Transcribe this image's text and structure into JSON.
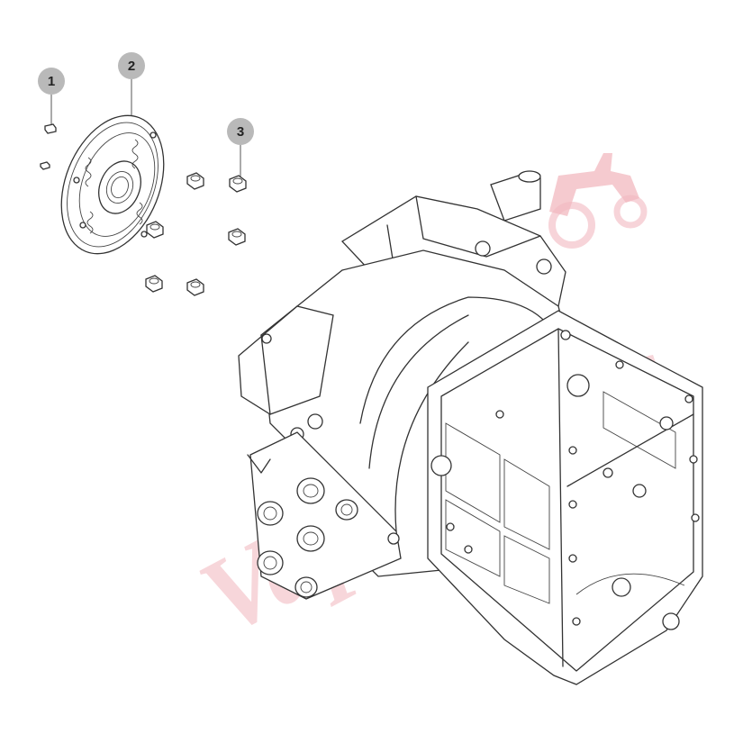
{
  "callouts": [
    {
      "number": "1",
      "part": "pin"
    },
    {
      "number": "2",
      "part": "damper-plate"
    },
    {
      "number": "3",
      "part": "bolt"
    }
  ],
  "colors": {
    "callout_fill": "#b9b9b9",
    "line": "#333333",
    "watermark": "#f2b8bf"
  }
}
